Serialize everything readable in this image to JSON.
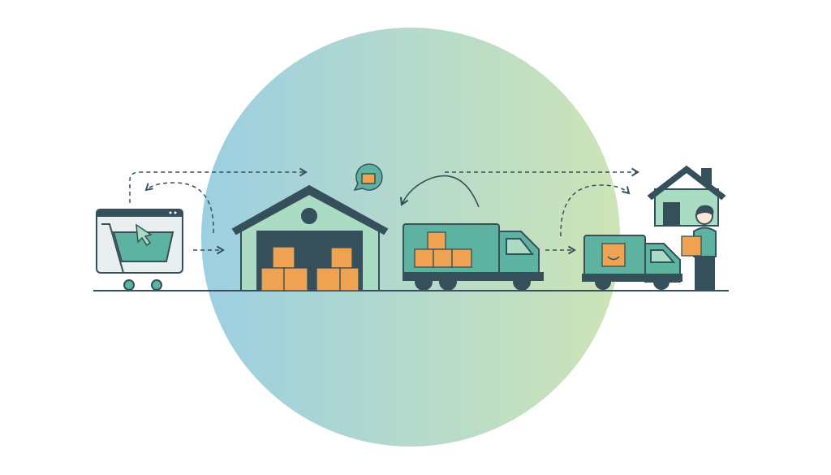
{
  "colors": {
    "background": "#ffffff",
    "circle_left": "#9ccfe2",
    "circle_right": "#cde4b6",
    "outline": "#35505a",
    "teal": "#5db3a0",
    "mint": "#a9dcc3",
    "box": "#f0a253",
    "screen": "#e9eeee"
  },
  "scene": {
    "steps": [
      "online-order",
      "warehouse",
      "freight-truck",
      "delivery-van",
      "customer-home"
    ]
  }
}
